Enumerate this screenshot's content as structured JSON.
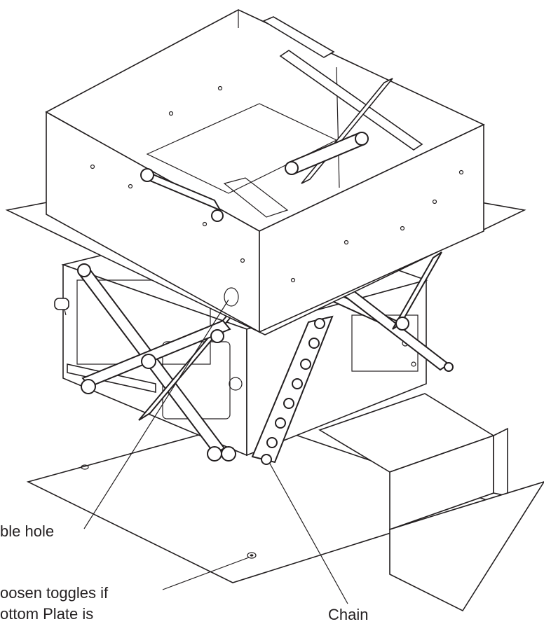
{
  "labels": {
    "cable_hole": "ble hole",
    "loosen_line1": "oosen toggles if",
    "loosen_line2": "ottom Plate is",
    "chain": "Chain"
  },
  "colors": {
    "ink": "#231f20",
    "background": "#ffffff"
  }
}
